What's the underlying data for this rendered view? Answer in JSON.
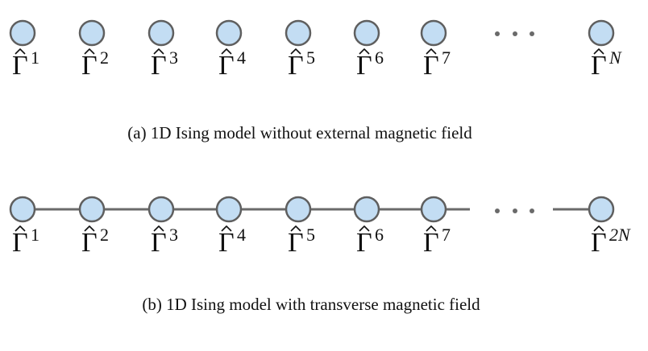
{
  "panels": [
    {
      "id": "a",
      "caption": "(a) 1D Ising model without external magnetic field",
      "connected": false,
      "ellipsis": "···",
      "nodes": [
        {
          "symbol": "Γ",
          "index": "1",
          "italic": false
        },
        {
          "symbol": "Γ",
          "index": "2",
          "italic": false
        },
        {
          "symbol": "Γ",
          "index": "3",
          "italic": false
        },
        {
          "symbol": "Γ",
          "index": "4",
          "italic": false
        },
        {
          "symbol": "Γ",
          "index": "5",
          "italic": false
        },
        {
          "symbol": "Γ",
          "index": "6",
          "italic": false
        },
        {
          "symbol": "Γ",
          "index": "7",
          "italic": false
        },
        {
          "symbol": "Γ",
          "index": "N",
          "italic": true
        }
      ]
    },
    {
      "id": "b",
      "caption": "(b) 1D Ising model with transverse magnetic field",
      "connected": true,
      "ellipsis": "···",
      "nodes": [
        {
          "symbol": "Γ",
          "index": "1",
          "italic": false
        },
        {
          "symbol": "Γ",
          "index": "2",
          "italic": false
        },
        {
          "symbol": "Γ",
          "index": "3",
          "italic": false
        },
        {
          "symbol": "Γ",
          "index": "4",
          "italic": false
        },
        {
          "symbol": "Γ",
          "index": "5",
          "italic": false
        },
        {
          "symbol": "Γ",
          "index": "6",
          "italic": false
        },
        {
          "symbol": "Γ",
          "index": "7",
          "italic": false
        },
        {
          "symbol": "Γ",
          "index": "2N",
          "italic": true
        }
      ]
    }
  ],
  "colors": {
    "node_fill": "#c3ddf3",
    "node_stroke": "#5f5f5f",
    "edge": "#6a6a6a"
  }
}
